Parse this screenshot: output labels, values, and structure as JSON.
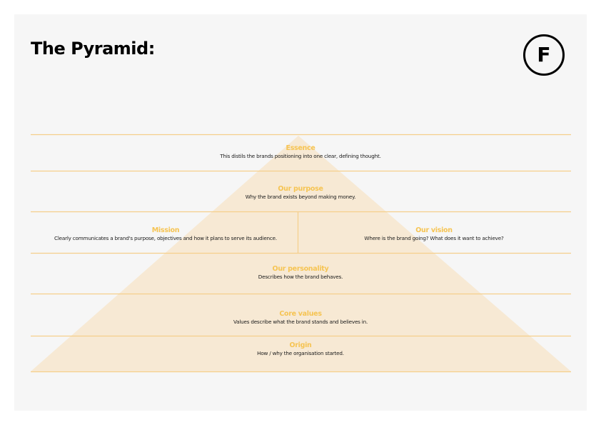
{
  "page": {
    "title": "The Pyramid:",
    "logo_letter": "F"
  },
  "colors": {
    "background": "#f6f6f6",
    "pyramid_fill": "#f7e9d4",
    "rule_line": "#f5cf8b",
    "heading": "#f6c453",
    "text": "#1a1a1a"
  },
  "pyramid": {
    "essence": {
      "heading": "Essence",
      "description": "This distils the brands positioning into one clear, defining thought."
    },
    "purpose": {
      "heading": "Our purpose",
      "description": "Why the brand exists beyond making money."
    },
    "mission": {
      "heading": "Mission",
      "description": "Clearly communicates a brand's purpose, objectives and how it plans to serve its audience."
    },
    "vision": {
      "heading": "Our vision",
      "description": "Where is the brand going? What does it want to achieve?"
    },
    "personality": {
      "heading": "Our personality",
      "description": "Describes how the brand behaves."
    },
    "core_values": {
      "heading": "Core values",
      "description": "Values describe what the brand stands and believes in."
    },
    "origin": {
      "heading": "Origin",
      "description": "How / why the organisation started."
    }
  }
}
